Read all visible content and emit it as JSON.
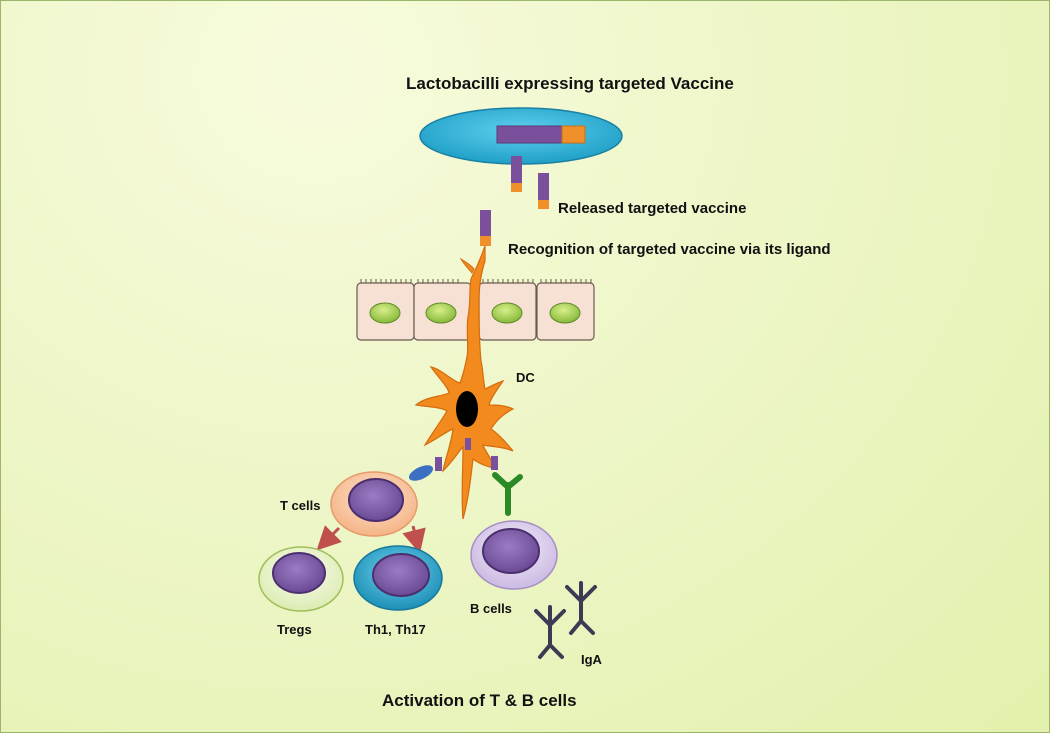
{
  "labels": {
    "title": "Lactobacilli expressing targeted Vaccine",
    "released": "Released targeted vaccine",
    "recognition": "Recognition of targeted vaccine via its ligand",
    "dc": "DC",
    "t_cells": "T cells",
    "tregs": "Tregs",
    "th": "Th1, Th17",
    "b_cells": "B cells",
    "iga": "IgA",
    "footer": "Activation of T & B cells"
  },
  "colors": {
    "background": "#e6f3b6",
    "lactobacillus": "#2fb3d6",
    "vaccine_body": "#7a4f9b",
    "vaccine_ligand": "#f0902a",
    "dendritic_cell": "#f28a1e",
    "nucleus": "#7a5aa0",
    "epithelial_cell": "#f7e1d4",
    "epithelial_nucleus": "#9dc94a",
    "t_cell": "#f9c6a0",
    "treg": "#f0f6d8",
    "th_cell": "#2fb3d6",
    "b_cell": "#ddd0ec",
    "receptor_green": "#2c8a26",
    "receptor_blue": "#3a6fc2",
    "antibody": "#3b3b55",
    "arrow": "#c0504d"
  }
}
